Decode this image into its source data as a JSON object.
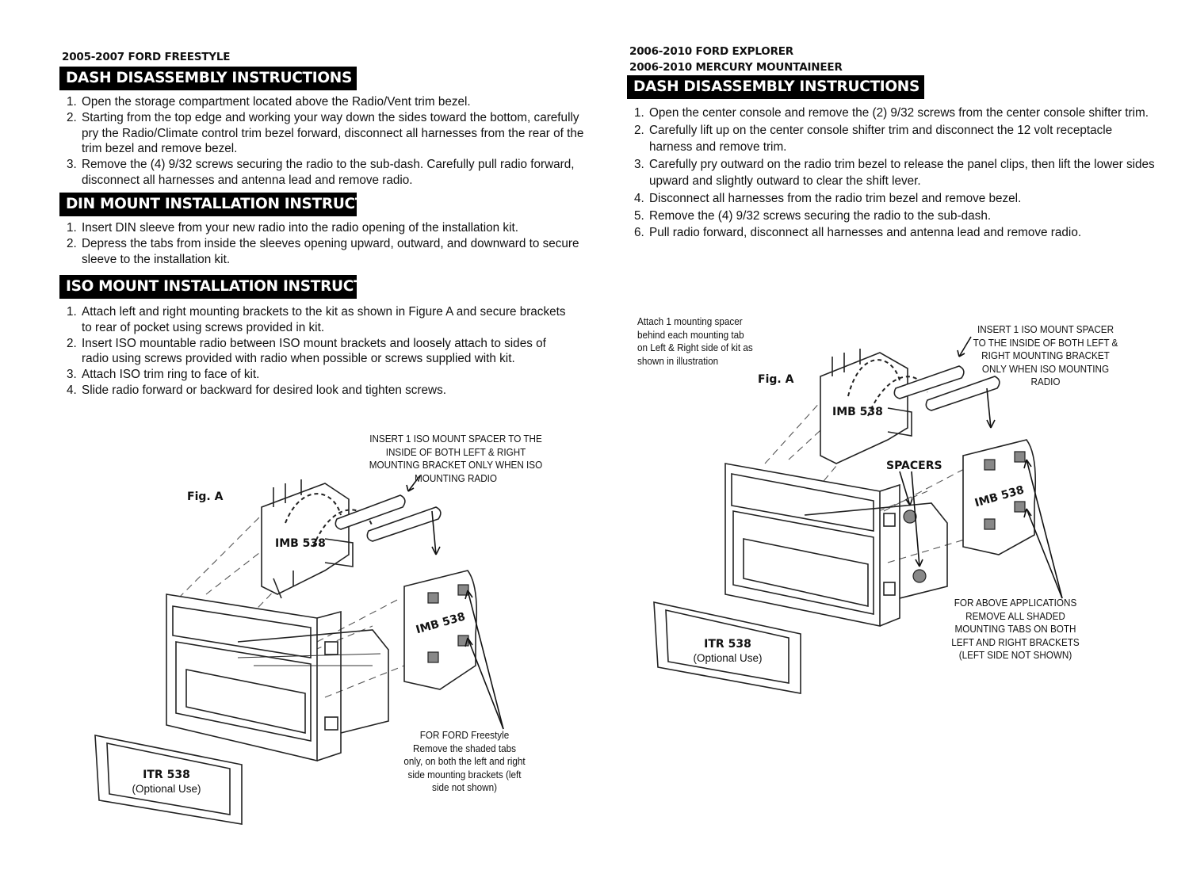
{
  "left": {
    "vehicle": "2005-2007 FORD FREESTYLE",
    "dash_title": "DASH DISASSEMBLY INSTRUCTIONS",
    "dash_steps": [
      "Open the storage compartment located above the Radio/Vent trim bezel.",
      "Starting from the top edge and working your way down the sides toward the bottom, carefully pry the Radio/Climate control trim bezel forward, disconnect all harnesses from the rear of the trim bezel and remove bezel.",
      "Remove the (4) 9/32 screws securing the radio to the sub-dash. Carefully pull radio forward, disconnect all harnesses and antenna lead and remove radio."
    ],
    "din_title": "DIN MOUNT INSTALLATION INSTRUCTIONS",
    "din_steps": [
      "Insert DIN sleeve from your new radio into the radio opening of the installation kit.",
      "Depress the tabs from inside the sleeves opening upward, outward, and downward to secure sleeve to the installation kit."
    ],
    "iso_title": "ISO MOUNT INSTALLATION INSTRUCTIONS",
    "iso_steps": [
      "Attach left and right mounting brackets to the kit as shown in Figure A and secure brackets to rear of pocket using screws provided in kit.",
      "Insert ISO mountable radio between ISO mount brackets and loosely attach to sides of radio using screws provided with radio when possible or screws supplied with kit.",
      "Attach ISO trim ring to face of kit.",
      "Slide radio forward or backward for desired look and tighten screws."
    ],
    "figure": {
      "fig_label": "Fig. A",
      "spacer_note": "INSERT 1 ISO MOUNT SPACER TO THE INSIDE OF BOTH LEFT & RIGHT MOUNTING BRACKET ONLY WHEN ISO MOUNTING RADIO",
      "bracket_left": "IMB 538",
      "bracket_right": "IMB 538",
      "itr_name": "ITR 538",
      "itr_note": "(Optional Use)",
      "tabs_note": "FOR FORD Freestyle Remove the shaded tabs only, on both the left and right side mounting brackets (left side not shown)"
    }
  },
  "right": {
    "vehicle_1": "2006-2010 FORD EXPLORER",
    "vehicle_2": "2006-2010 MERCURY MOUNTAINEER",
    "dash_title": "DASH DISASSEMBLY INSTRUCTIONS",
    "dash_steps": [
      "Open the center console and remove the (2) 9/32 screws from the center console shifter trim.",
      "Carefully lift up on the center console shifter trim and disconnect the 12 volt receptacle harness and remove trim.",
      "Carefully pry outward on the radio trim bezel to release the panel clips, then lift the lower sides upward and slightly outward to clear the shift lever.",
      "Disconnect all harnesses from the radio trim bezel and remove bezel.",
      "Remove the (4) 9/32 screws securing the radio to the sub-dash.",
      "Pull radio forward, disconnect all harnesses and antenna lead and remove radio."
    ],
    "figure": {
      "attach_note": "Attach 1 mounting spacer behind each mounting tab on Left & Right side of kit as shown in illustration",
      "fig_label": "Fig. A",
      "spacer_note": "INSERT 1 ISO MOUNT SPACER TO THE INSIDE OF BOTH LEFT & RIGHT MOUNTING BRACKET ONLY WHEN ISO MOUNTING RADIO",
      "bracket_left": "IMB 538",
      "bracket_right": "IMB 538",
      "spacers": "SPACERS",
      "itr_name": "ITR 538",
      "itr_note": "(Optional Use)",
      "tabs_note": "FOR ABOVE APPLICATIONS REMOVE ALL SHADED MOUNTING TABS ON BOTH LEFT AND RIGHT BRACKETS (LEFT SIDE NOT SHOWN)"
    }
  }
}
